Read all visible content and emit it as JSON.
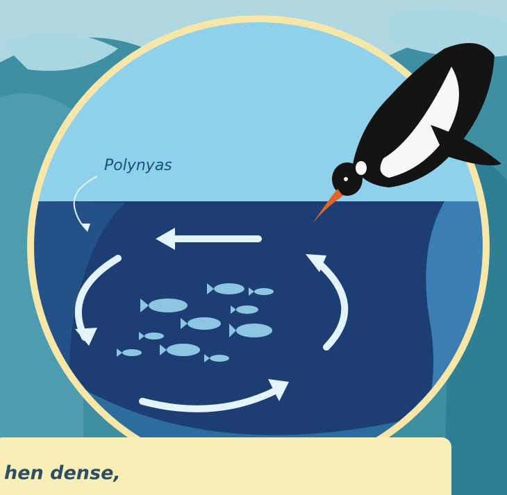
{
  "labels": {
    "polynyas": "Polynyas"
  },
  "caption": {
    "text": "hen dense,"
  },
  "colors": {
    "background": "#3f8fa3",
    "sky": "#8fd0ea",
    "deep_water": "#1d3e73",
    "mid_water": "#2f6a99",
    "ring": "#f6e7a9",
    "arrows": "#e3f3fa",
    "fish": "#8cc6e2",
    "caption_box": "#f8eeb8"
  },
  "icons": {
    "penguin": "emperor-penguin-icon",
    "fish": "fish-school-icon",
    "circulation": "circular-flow-arrows"
  }
}
